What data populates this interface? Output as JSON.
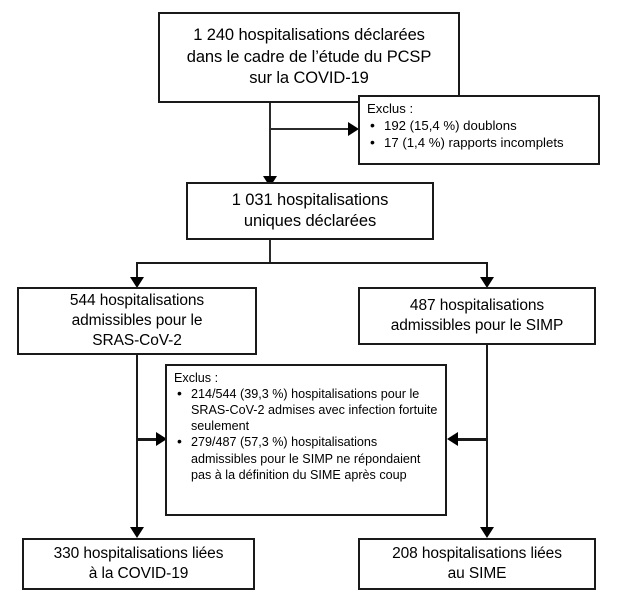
{
  "diagram": {
    "title": "Diagramme de flux des hospitalisations declarees",
    "line_color": "#1a1a1a",
    "text_color": "#000000",
    "background": "#ffffff"
  },
  "nodes": {
    "reported": {
      "id": "reported-hospitalizations",
      "lines": [
        "1 240 hospitalisations déclarées",
        "dans le cadre de l’étude du PCSP",
        "sur la COVID-19"
      ],
      "count": "1 240"
    },
    "excluded_1": {
      "id": "exclusions-duplicates",
      "header": "Exclus :",
      "items": [
        "192 (15,4 %) doublons",
        "17 (1,4 %) rapports incomplets"
      ]
    },
    "unique": {
      "id": "unique-hospitalizations",
      "lines": [
        "1 031 hospitalisations",
        "uniques déclarées"
      ],
      "count": "1 031"
    },
    "eligible_sars": {
      "id": "eligible-sars-cov-2",
      "lines": [
        "544 hospitalisations",
        "admissibles pour le",
        "SRAS-CoV-2"
      ],
      "count": "544"
    },
    "eligible_simp": {
      "id": "eligible-simp",
      "lines": [
        "487 hospitalisations",
        "admissibles pour le SIMP"
      ],
      "count": "487"
    },
    "excluded_2": {
      "id": "exclusions-criteria",
      "header": "Exclus :",
      "items": [
        [
          "214/544 (39,3 %) hospitalisations",
          "pour le SRAS-CoV-2 admises avec",
          "infection fortuite seulement"
        ],
        [
          "279/487 (57,3 %) hospitalisations",
          "admissibles pour le SIMP ne",
          "répondaient pas à la définition du",
          "SIME après coup"
        ]
      ]
    },
    "final_covid": {
      "id": "covid-related-hospitalizations",
      "lines": [
        "330 hospitalisations liées",
        "à la COVID-19"
      ],
      "count": "330"
    },
    "final_sime": {
      "id": "sime-related-hospitalizations",
      "lines": [
        "208 hospitalisations liées",
        "au SIME"
      ],
      "count": "208"
    }
  }
}
